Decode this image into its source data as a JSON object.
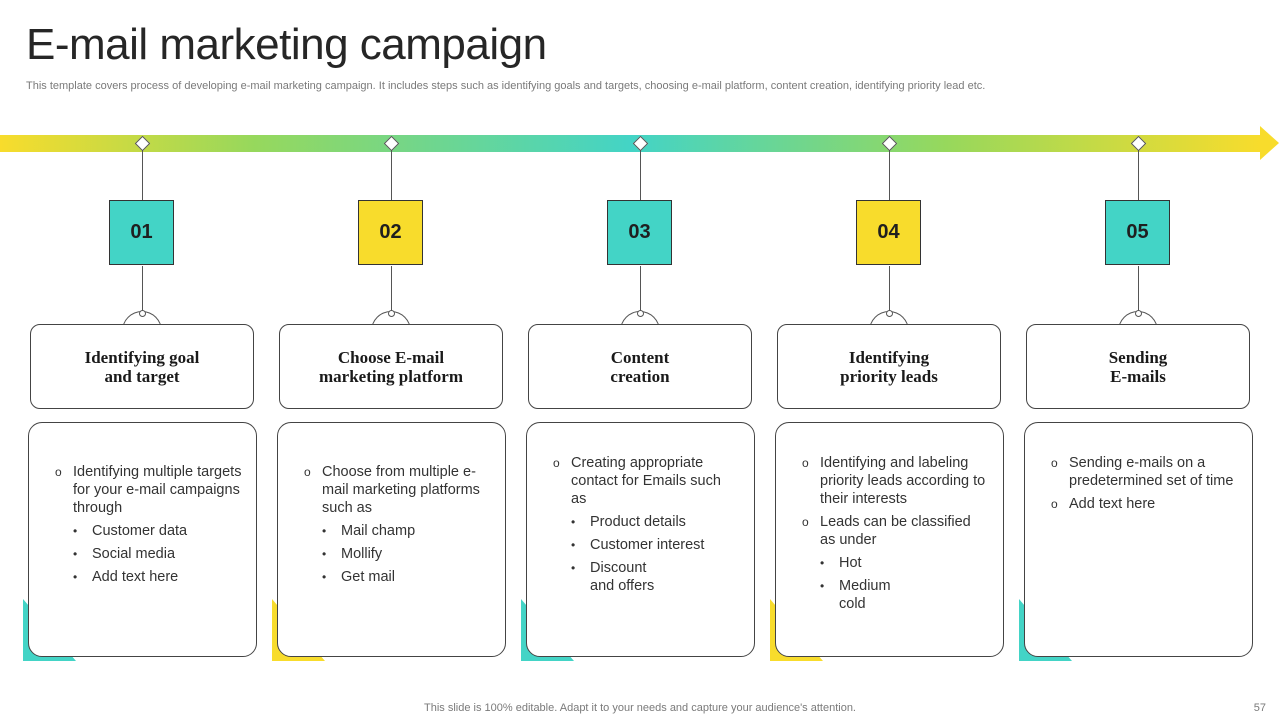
{
  "title": "E-mail marketing campaign",
  "subtitle": "This template covers process of developing e-mail marketing campaign. It includes steps such as identifying goals and targets, choosing e-mail platform, content creation, identifying priority lead etc.",
  "colors": {
    "teal": "#43d4c6",
    "yellow": "#f8dc2c"
  },
  "steps": [
    {
      "number": "01",
      "color": "#43d4c6",
      "heading": "Identifying goal\nand target",
      "items": [
        {
          "text": "Identifying  multiple targets for your e-mail campaigns through",
          "sub": [
            "Customer data",
            "Social media",
            "Add text here"
          ]
        }
      ]
    },
    {
      "number": "02",
      "color": "#f8dc2c",
      "heading": "Choose E-mail\nmarketing platform",
      "items": [
        {
          "text": "Choose from multiple e-mail marketing platforms such as",
          "sub": [
            "Mail champ",
            "Mollify",
            "Get mail"
          ]
        }
      ]
    },
    {
      "number": "03",
      "color": "#43d4c6",
      "heading": "Content\ncreation",
      "items": [
        {
          "text": "Creating appropriate contact for Emails such as",
          "sub": [
            "Product details",
            "Customer interest",
            "Discount\nand offers"
          ]
        }
      ]
    },
    {
      "number": "04",
      "color": "#f8dc2c",
      "heading": "Identifying\npriority leads",
      "items": [
        {
          "text": "Identifying  and labeling priority leads according to their interests",
          "sub": []
        },
        {
          "text": "Leads can be classified as under",
          "sub": [
            "Hot",
            "Medium\ncold"
          ]
        }
      ]
    },
    {
      "number": "05",
      "color": "#43d4c6",
      "heading": "Sending\nE-mails",
      "items": [
        {
          "text": "Sending e-mails on a predetermined set of time",
          "sub": []
        },
        {
          "text": "Add text here",
          "sub": []
        }
      ]
    }
  ],
  "footer": "This slide is 100% editable. Adapt it to your needs and capture your audience's attention.",
  "page_number": "57"
}
